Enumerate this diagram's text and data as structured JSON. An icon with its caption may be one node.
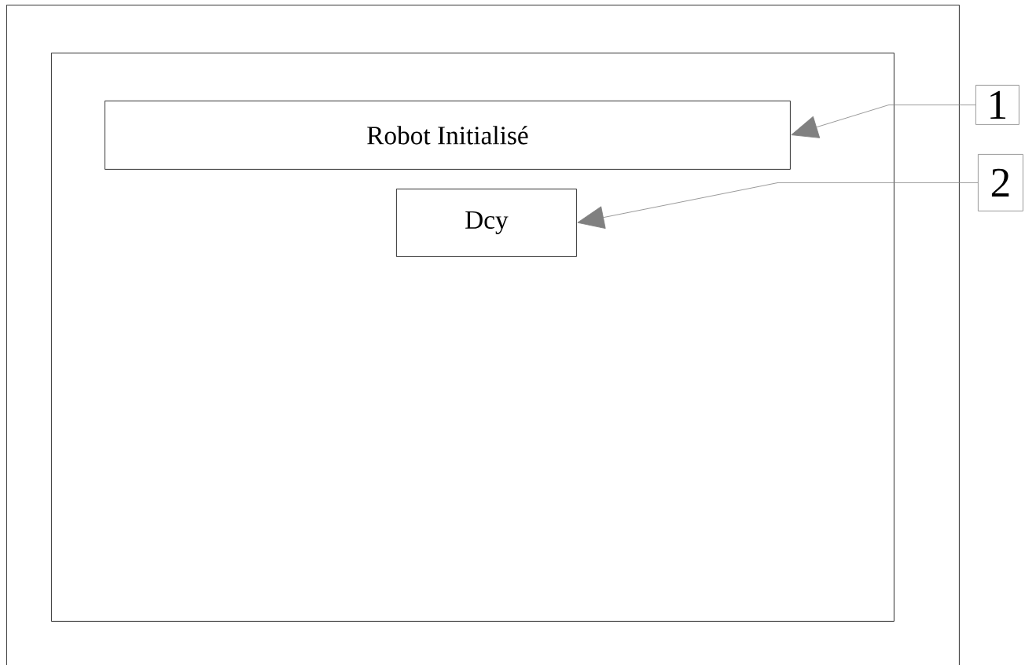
{
  "diagram": {
    "nodes": [
      {
        "text": [],
        "shape": "box"
      },
      {
        "text": [],
        "shape": "box",
        "in": 0
      },
      {
        "text": [
          "Robot Initialisé"
        ],
        "in": 1
      },
      {
        "text": [
          "Dcy"
        ],
        "in": 1
      },
      {
        "text": [
          "1"
        ]
      },
      {
        "text": [
          "2"
        ]
      }
    ],
    "edges": [
      {
        "from": 4,
        "to": 2,
        "arrow": "to"
      },
      {
        "from": 5,
        "to": 3,
        "arrow": "to"
      }
    ]
  }
}
